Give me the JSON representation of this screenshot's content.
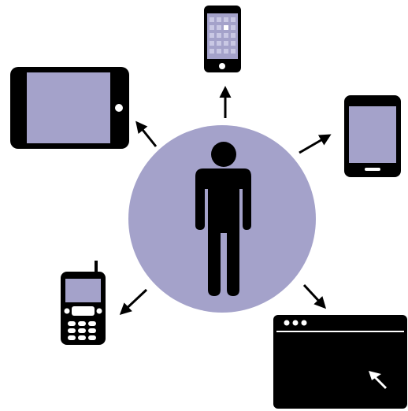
{
  "colors": {
    "background": "#ffffff",
    "accent_lavender": "#a4a2ca",
    "device_black": "#000000",
    "app_tile": "#c9c8e4",
    "app_tile_active": "#ffffff"
  },
  "hub": {
    "icon": "person-icon",
    "shape": "lavender-circle"
  },
  "devices": [
    {
      "id": "smartphone",
      "icon": "smartphone-icon"
    },
    {
      "id": "tablet-landscape",
      "icon": "tablet-landscape-icon"
    },
    {
      "id": "tablet-portrait",
      "icon": "tablet-portrait-icon"
    },
    {
      "id": "feature-phone",
      "icon": "feature-phone-icon"
    },
    {
      "id": "browser-window",
      "icon": "browser-window-icon"
    }
  ],
  "connector": "arrow-icon",
  "browser_window": {
    "title_bar_dots": 3,
    "cursor_icon": "cursor-arrow-icon"
  },
  "smartphone": {
    "app_grid": {
      "rows": 5,
      "cols": 4,
      "active_tile": [
        1,
        2
      ]
    }
  },
  "feature_phone": {
    "keypad": {
      "rows": 3,
      "cols": 3
    }
  }
}
